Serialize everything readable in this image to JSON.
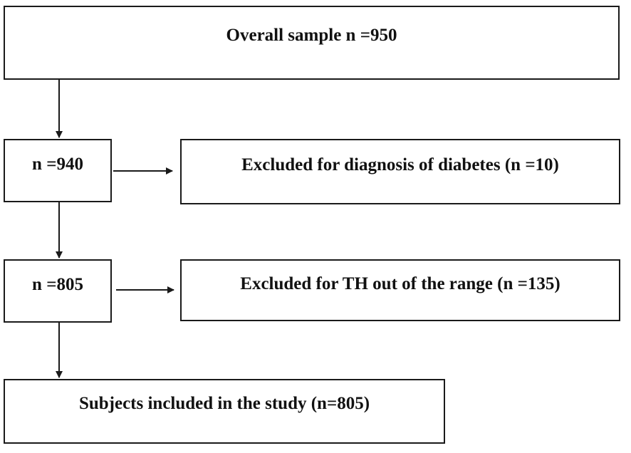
{
  "flowchart": {
    "overall_sample": "Overall sample n =950",
    "step1_count": "n =940",
    "step1_exclusion": "Excluded for diagnosis of diabetes (n =10)",
    "step2_count": "n =805",
    "step2_exclusion": "Excluded for TH out of the range (n =135)",
    "final_included": "Subjects included in the study (n=805)"
  },
  "colors": {
    "line": "#1a1a1a",
    "text": "#111111",
    "background": "#ffffff"
  }
}
